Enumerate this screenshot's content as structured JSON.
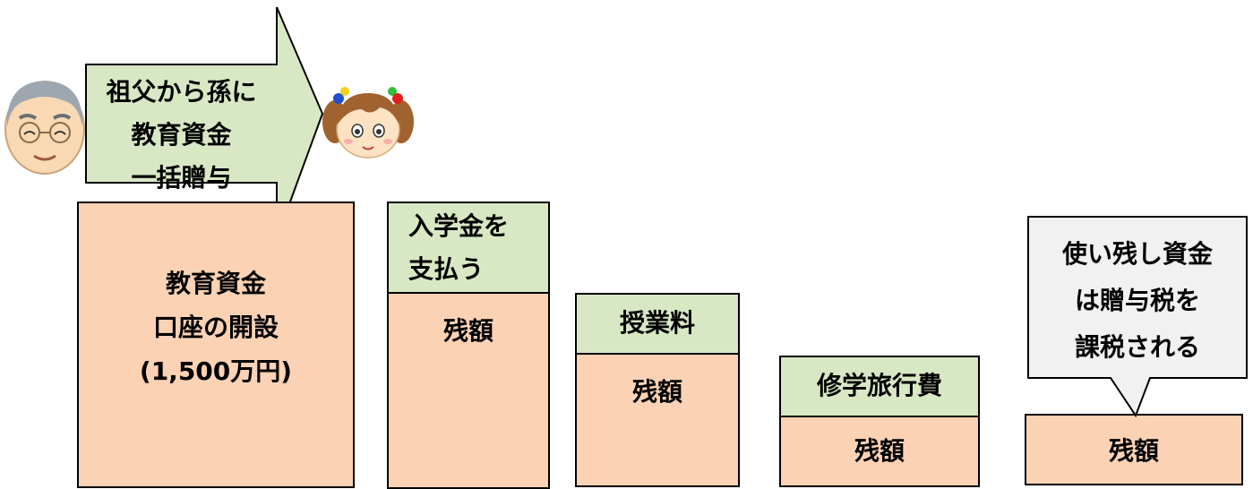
{
  "colors": {
    "peach": "#fbd2b4",
    "green": "#d8e8c4",
    "callout": "#f1f1f1"
  },
  "icons": [
    "grandfather-icon",
    "granddaughter-icon"
  ],
  "arrow": {
    "lines": [
      "祖父から孫に",
      "教育資金",
      "一括贈与"
    ]
  },
  "account": {
    "lines": [
      "教育資金",
      "口座の開設",
      "(1,500万円)"
    ]
  },
  "steps": [
    {
      "header_lines": [
        "入学金を",
        "支払う"
      ],
      "balance": "残額"
    },
    {
      "header_lines": [
        "授業料"
      ],
      "balance": "残額"
    },
    {
      "header_lines": [
        "修学旅行費"
      ],
      "balance": "残額"
    }
  ],
  "final": {
    "balance": "残額",
    "callout_lines": [
      "使い残し資金",
      "は贈与税を",
      "課税される"
    ]
  }
}
